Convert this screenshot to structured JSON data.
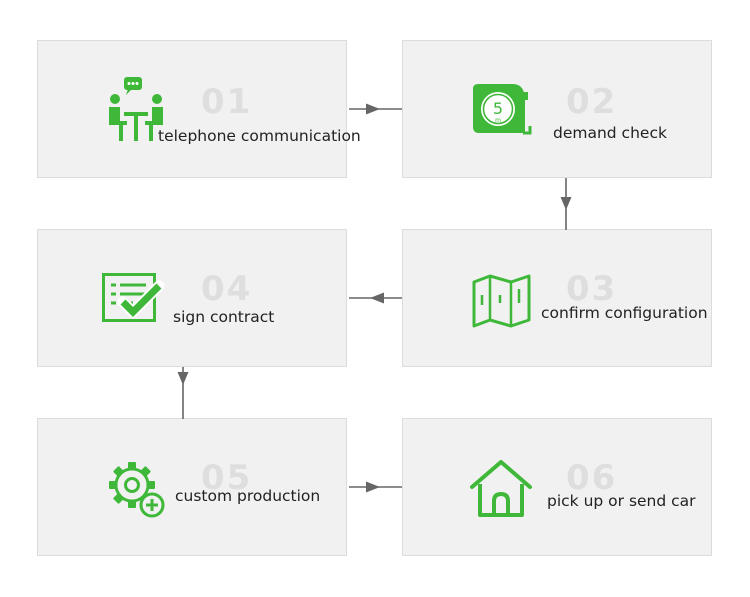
{
  "colors": {
    "accent": "#3fb83a",
    "box_bg": "#f1f1f1",
    "number": "#dedede",
    "arrow": "#666666"
  },
  "steps": [
    {
      "num": "01",
      "label": "telephone communication",
      "icon": "meeting-icon"
    },
    {
      "num": "02",
      "label": "demand check",
      "icon": "tape-measure-icon"
    },
    {
      "num": "03",
      "label": "confirm configuration",
      "icon": "map-icon"
    },
    {
      "num": "04",
      "label": "sign contract",
      "icon": "checklist-icon"
    },
    {
      "num": "05",
      "label": "custom production",
      "icon": "gear-plus-icon"
    },
    {
      "num": "06",
      "label": "pick up or send car",
      "icon": "house-icon"
    }
  ],
  "icon_text": {
    "tape": "5",
    "tape_unit": "m"
  }
}
